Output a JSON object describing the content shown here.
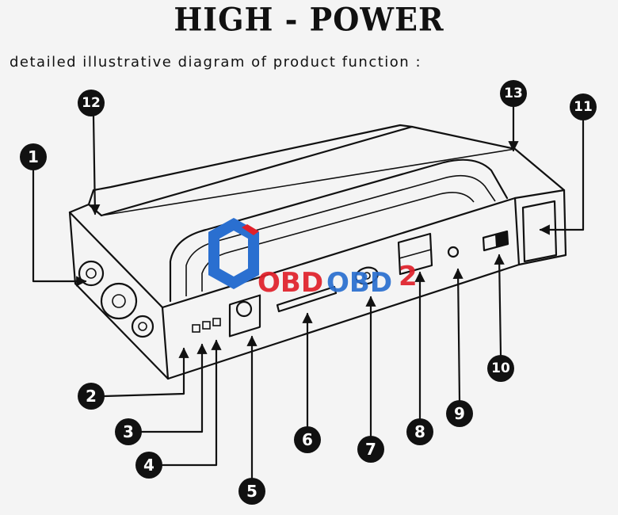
{
  "header": {
    "title": "HIGH - POWER",
    "subtitle": "detailed illustrative diagram of product function :"
  },
  "callouts": [
    "1",
    "2",
    "3",
    "4",
    "5",
    "6",
    "7",
    "8",
    "9",
    "10",
    "11",
    "12",
    "13"
  ],
  "watermark": {
    "part1": "OBD",
    "part2": "OBD",
    "part3": "2",
    "red": "#e0202a",
    "blue": "#2a6fd0"
  }
}
